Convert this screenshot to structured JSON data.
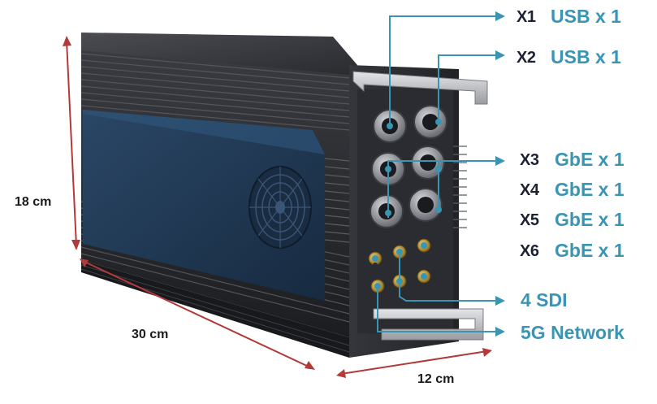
{
  "dimensions": {
    "height": "18 cm",
    "length": "30 cm",
    "depth": "12 cm"
  },
  "ports": [
    {
      "id": "X1",
      "desc": "USB x 1"
    },
    {
      "id": "X2",
      "desc": "USB x 1"
    },
    {
      "id": "X3",
      "desc": "GbE x 1"
    },
    {
      "id": "X4",
      "desc": "GbE x 1"
    },
    {
      "id": "X5",
      "desc": "GbE x 1"
    },
    {
      "id": "X6",
      "desc": "GbE x 1"
    }
  ],
  "connectors": {
    "sdi": "4 SDI",
    "network": "5G Network"
  },
  "colors": {
    "callout": "#3a95b3",
    "dimension_line": "#b23a3a",
    "body_dark": "#2b2d31",
    "panel_blue": "#1e3550"
  }
}
